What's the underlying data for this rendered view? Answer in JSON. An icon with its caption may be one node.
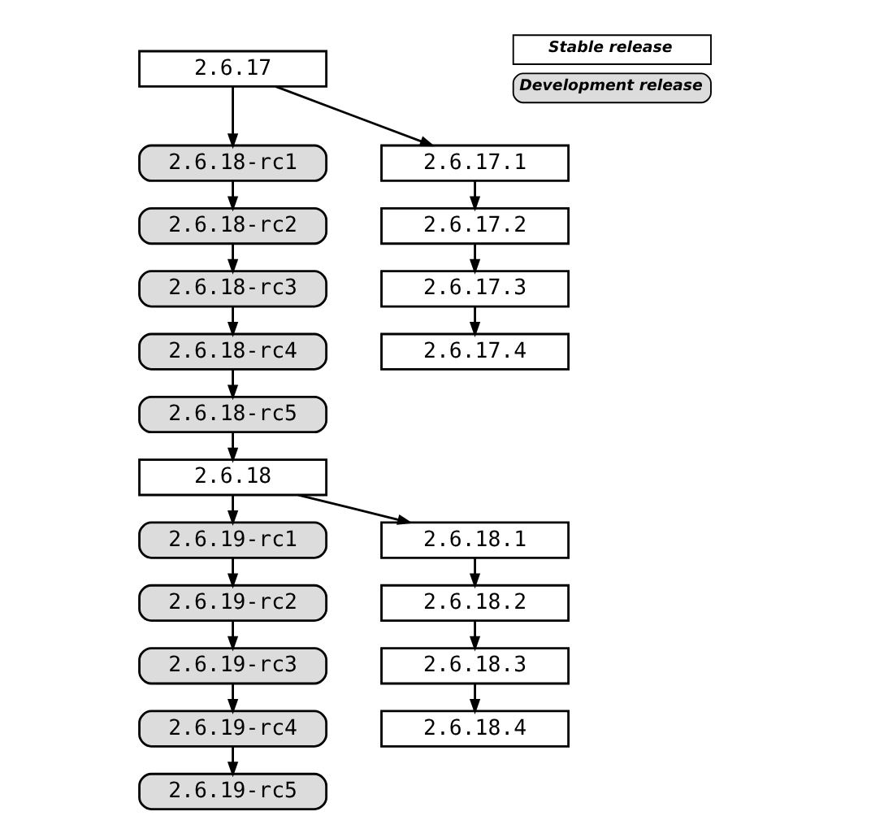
{
  "diagram": {
    "nodes": [
      {
        "text": [
          "2.6.17"
        ]
      },
      {
        "text": [
          "2.6.18-rc1"
        ]
      },
      {
        "text": [
          "2.6.18-rc2"
        ]
      },
      {
        "text": [
          "2.6.18-rc3"
        ]
      },
      {
        "text": [
          "2.6.18-rc4"
        ]
      },
      {
        "text": [
          "2.6.18-rc5"
        ]
      },
      {
        "text": [
          "2.6.18"
        ]
      },
      {
        "text": [
          "2.6.19-rc1"
        ]
      },
      {
        "text": [
          "2.6.19-rc2"
        ]
      },
      {
        "text": [
          "2.6.19-rc3"
        ]
      },
      {
        "text": [
          "2.6.19-rc4"
        ]
      },
      {
        "text": [
          "2.6.19-rc5"
        ]
      },
      {
        "text": [
          "2.6.17.1"
        ]
      },
      {
        "text": [
          "2.6.17.2"
        ]
      },
      {
        "text": [
          "2.6.17.3"
        ]
      },
      {
        "text": [
          "2.6.17.4"
        ]
      },
      {
        "text": [
          "2.6.18.1"
        ]
      },
      {
        "text": [
          "2.6.18.2"
        ]
      },
      {
        "text": [
          "2.6.18.3"
        ]
      },
      {
        "text": [
          "2.6.18.4"
        ]
      }
    ],
    "edges": [
      {
        "from": 0,
        "to": 1,
        "arrow": "to"
      },
      {
        "from": 1,
        "to": 2,
        "arrow": "to"
      },
      {
        "from": 2,
        "to": 3,
        "arrow": "to"
      },
      {
        "from": 3,
        "to": 4,
        "arrow": "to"
      },
      {
        "from": 4,
        "to": 5,
        "arrow": "to"
      },
      {
        "from": 5,
        "to": 6,
        "arrow": "to"
      },
      {
        "from": 6,
        "to": 7,
        "arrow": "to"
      },
      {
        "from": 7,
        "to": 8,
        "arrow": "to"
      },
      {
        "from": 8,
        "to": 9,
        "arrow": "to"
      },
      {
        "from": 9,
        "to": 10,
        "arrow": "to"
      },
      {
        "from": 10,
        "to": 11,
        "arrow": "to"
      },
      {
        "from": 0,
        "to": 12,
        "arrow": "to"
      },
      {
        "from": 12,
        "to": 13,
        "arrow": "to"
      },
      {
        "from": 13,
        "to": 14,
        "arrow": "to"
      },
      {
        "from": 14,
        "to": 15,
        "arrow": "to"
      },
      {
        "from": 6,
        "to": 16,
        "arrow": "to"
      },
      {
        "from": 16,
        "to": 17,
        "arrow": "to"
      },
      {
        "from": 17,
        "to": 18,
        "arrow": "to"
      },
      {
        "from": 18,
        "to": 19,
        "arrow": "to"
      }
    ],
    "legend": [
      {
        "text": "Stable release"
      },
      {
        "text": "Development release"
      }
    ]
  }
}
